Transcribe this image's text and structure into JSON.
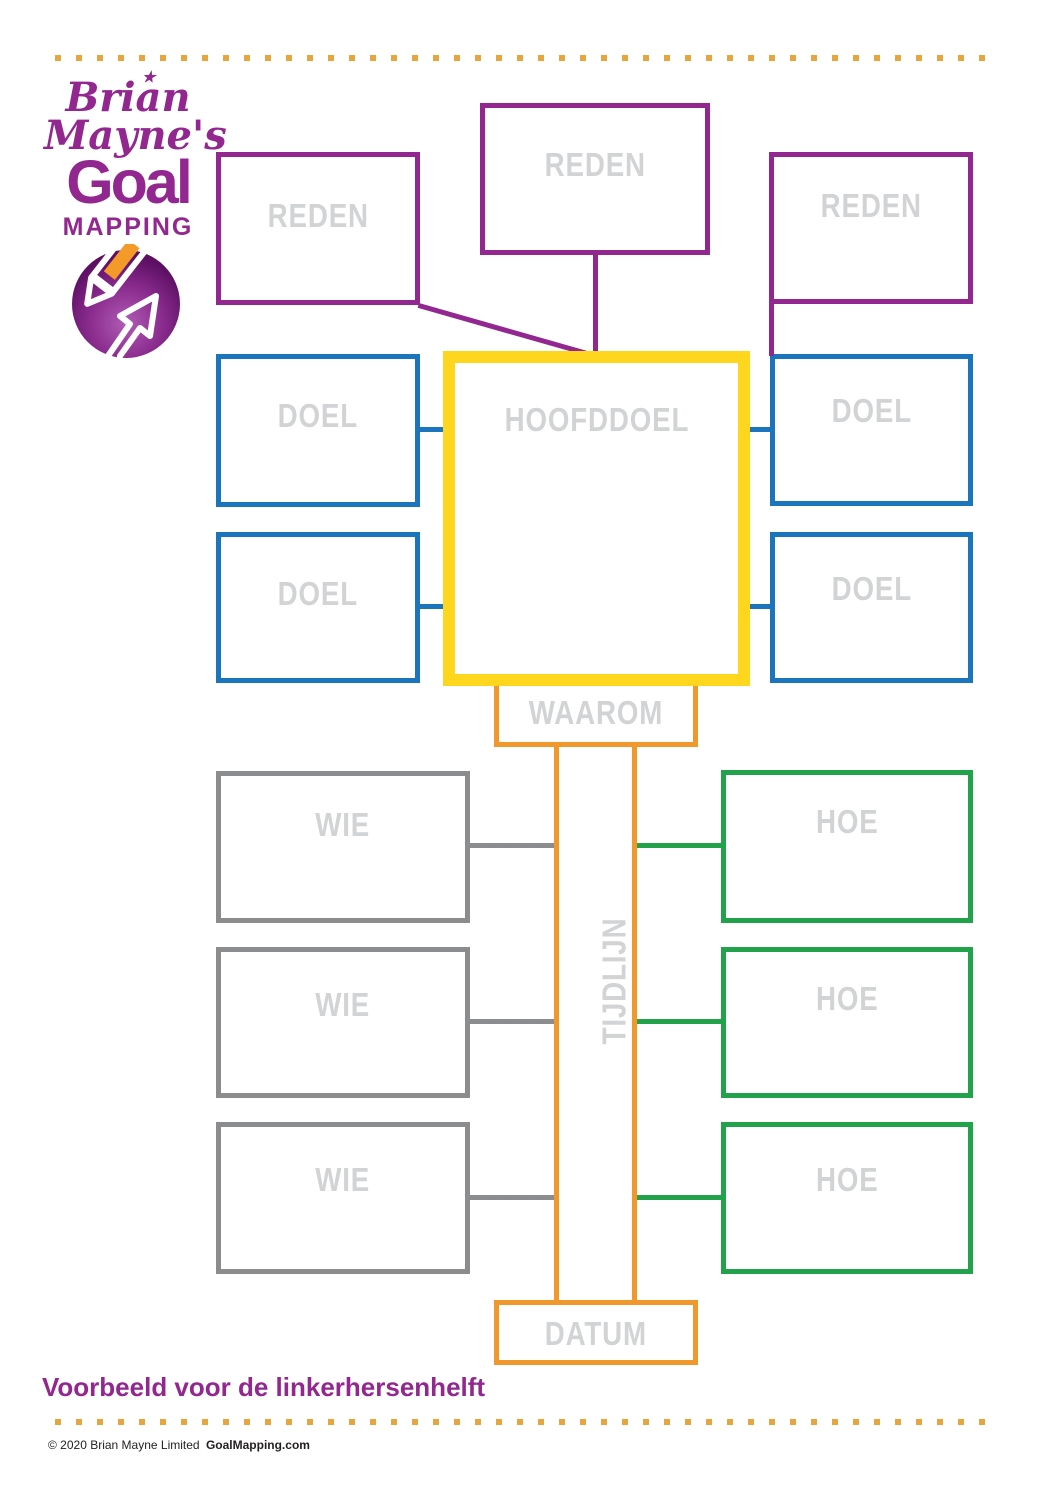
{
  "logo": {
    "brian": "Brian",
    "maynes": "Mayne's",
    "goal": "Goal",
    "mapping": "MAPPING",
    "star": "★"
  },
  "diagram": {
    "reden": "REDEN",
    "doel": "DOEL",
    "hoofddoel": "HOOFDDOEL",
    "waarom": "WAAROM",
    "wie": "WIE",
    "hoe": "HOE",
    "tijdlijn": "TIJDLIJN",
    "datum": "DATUM"
  },
  "footer": {
    "title": "Voorbeeld voor de linkerhersenhelft",
    "copyright": "© 2020 Brian Mayne Limited",
    "brand": "GoalMapping.com"
  },
  "colors": {
    "purple": "#92278F",
    "blue": "#1B75BC",
    "green": "#21A24B",
    "orange": "#F0982B",
    "yellow": "#FFD61E",
    "gray_border": "#8A8C8E",
    "label_gray": "#D2D3D4",
    "dot_orange": "#E8A43D"
  }
}
